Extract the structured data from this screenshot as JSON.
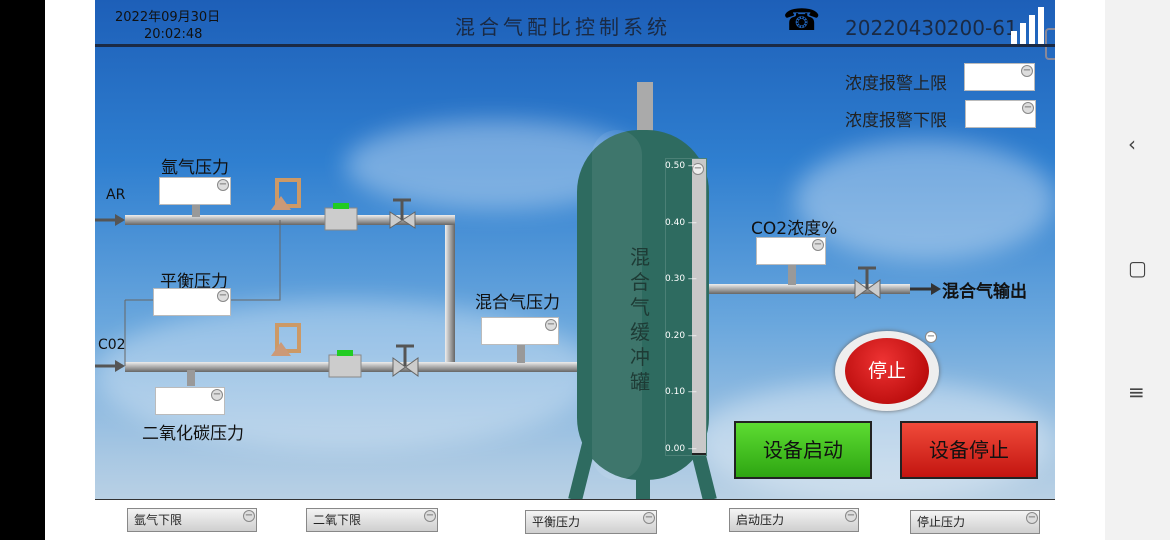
{
  "header": {
    "date": "2022年09月30日",
    "time": "20:02:48",
    "title": "混合气配比控制系统",
    "device_id": "20220430200-61",
    "phone_icon": "telephone-icon",
    "signal_icon": "signal-bars-icon",
    "collapse_icon": "collapse-arrows-icon"
  },
  "alarms": {
    "upper_label": "浓度报警上限",
    "upper_value": "",
    "lower_label": "浓度报警下限",
    "lower_value": ""
  },
  "lines": {
    "ar_label": "AR",
    "co2_label": "C02",
    "output_label": "混合气输出"
  },
  "gauges": {
    "argon_pressure": {
      "label": "氩气压力",
      "value": ""
    },
    "balance_pressure": {
      "label": "平衡压力",
      "value": ""
    },
    "co2_pressure": {
      "label": "二氧化碳压力",
      "value": ""
    },
    "mix_pressure": {
      "label": "混合气压力",
      "value": ""
    },
    "co2_concentration": {
      "label": "CO2浓度%",
      "value": ""
    }
  },
  "tank": {
    "label": "混合气缓冲罐",
    "scale": [
      "0.50",
      "0.40",
      "0.30",
      "0.20",
      "0.10",
      "0.00"
    ],
    "level": 0,
    "color": "#2e6b60"
  },
  "controls": {
    "stop_indicator": "停止",
    "start_button": "设备启动",
    "stop_button": "设备停止",
    "start_color": "#3cc21a",
    "stop_color": "#e0241c"
  },
  "bottom": [
    "氩气下限",
    "二氧下限",
    "平衡压力",
    "启动压力",
    "停止压力"
  ],
  "nav": {
    "back": "‹",
    "home": "▢",
    "menu": "≡"
  }
}
